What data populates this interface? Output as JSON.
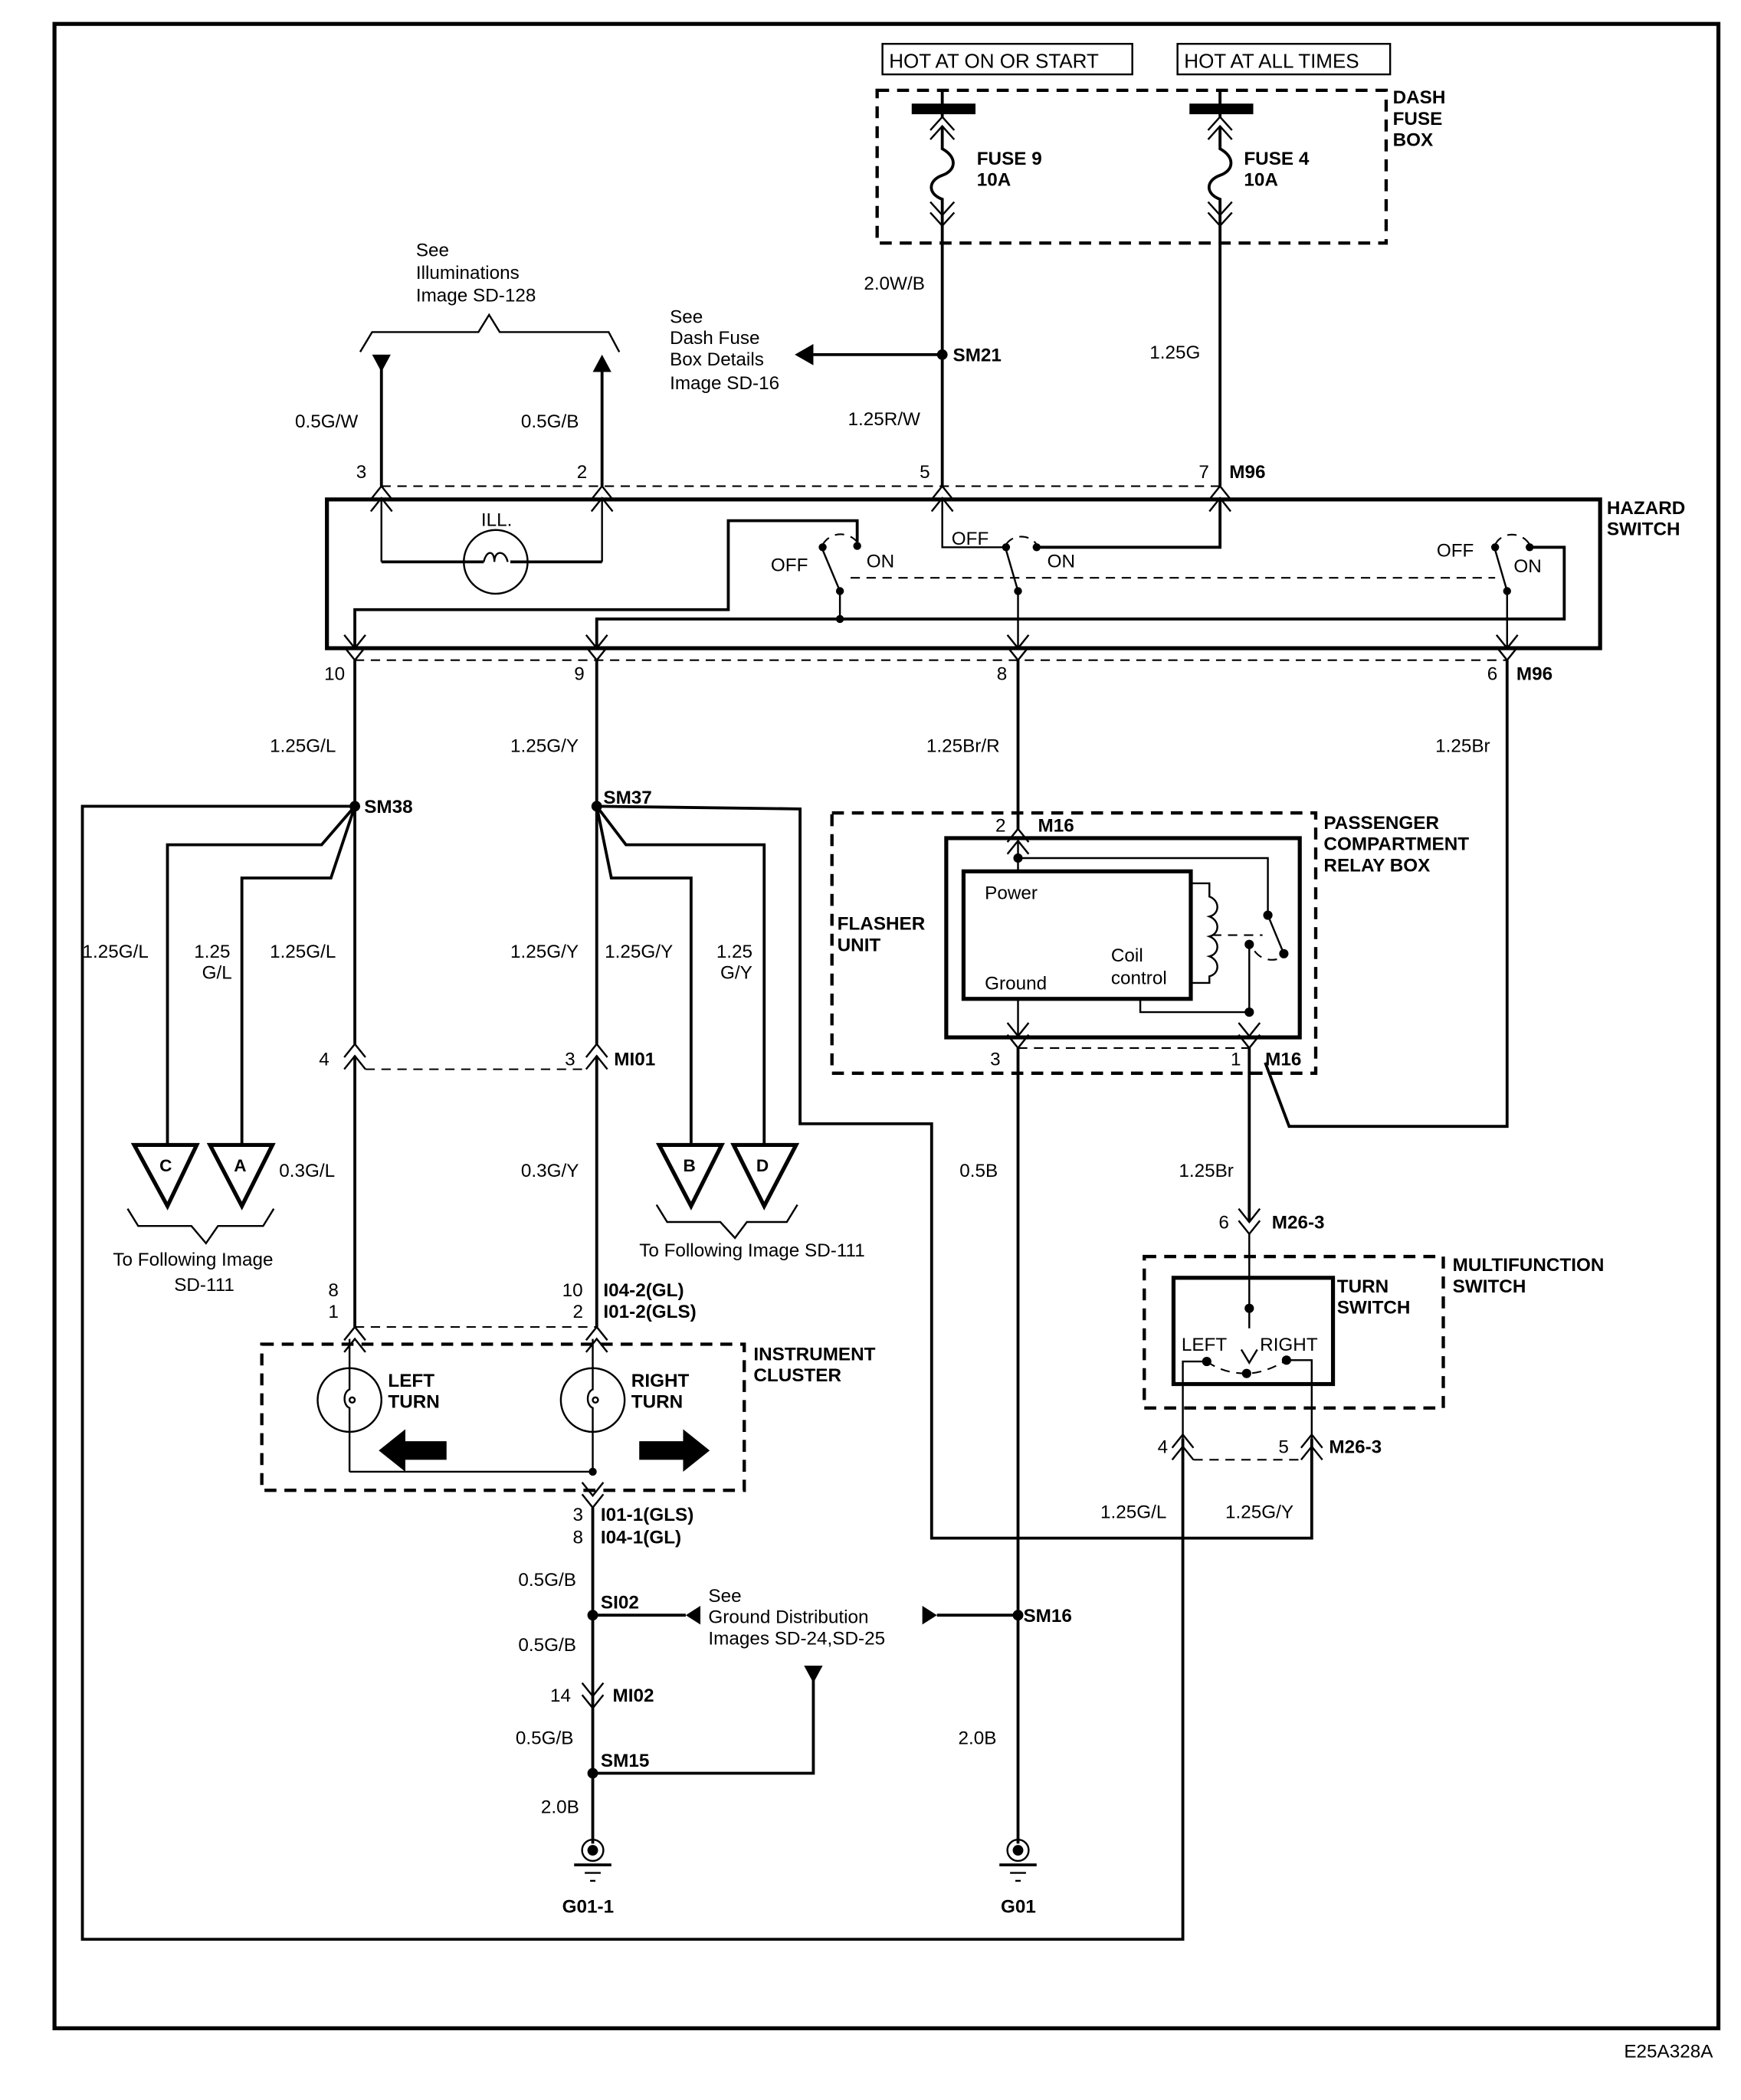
{
  "diagram": {
    "figure_id": "E25A328A",
    "power_labels": [
      "HOT AT ON OR START",
      "HOT AT ALL TIMES"
    ],
    "components": {
      "dash_fuse_box": [
        "DASH",
        "FUSE",
        "BOX"
      ],
      "fuse9": [
        "FUSE 9",
        "10A"
      ],
      "fuse4": [
        "FUSE 4",
        "10A"
      ],
      "hazard_switch": [
        "HAZARD",
        "SWITCH"
      ],
      "ill": "ILL.",
      "passenger_relay_box": [
        "PASSENGER",
        "COMPARTMENT",
        "RELAY BOX"
      ],
      "flasher_unit": [
        "FLASHER",
        "UNIT"
      ],
      "flasher_power": "Power",
      "flasher_ground": "Ground",
      "flasher_coil": [
        "Coil",
        "control"
      ],
      "instrument_cluster": [
        "INSTRUMENT",
        "CLUSTER"
      ],
      "left_turn": [
        "LEFT",
        "TURN"
      ],
      "right_turn": [
        "RIGHT",
        "TURN"
      ],
      "multifunction_switch": [
        "MULTIFUNCTION",
        "SWITCH"
      ],
      "turn_switch": [
        "TURN",
        "SWITCH"
      ],
      "turn_left": "LEFT",
      "turn_right": "RIGHT",
      "off": "OFF",
      "on": "ON"
    },
    "references": {
      "illuminations": [
        "See",
        "Illuminations",
        "Image  SD-128"
      ],
      "dash_fuse_details": [
        "See",
        "Dash Fuse",
        "Box Details",
        "Image  SD-16"
      ],
      "following_left": [
        "To Following Image",
        "SD-111"
      ],
      "following_right": "To Following Image SD-111",
      "ground_dist": [
        "See",
        "Ground Distribution",
        "Images SD-24,SD-25"
      ]
    },
    "connectors": {
      "C": "C",
      "A": "A",
      "B": "B",
      "D": "D"
    },
    "splices": {
      "SM21": "SM21",
      "SM38": "SM38",
      "SM37": "SM37",
      "SI02": "SI02",
      "SM16": "SM16",
      "SM15": "SM15"
    },
    "grounds": {
      "G01_1": "G01-1",
      "G01": "G01"
    },
    "connector_ids": {
      "M96": "M96",
      "M16": "M16",
      "MI01": "MI01",
      "M26_3": "M26-3",
      "I04_2": "I04-2(GL)",
      "I01_2": "I01-2(GLS)",
      "I01_1": "I01-1(GLS)",
      "I04_1": "I04-1(GL)",
      "MI02": "MI02"
    },
    "pins": {
      "p3": "3",
      "p2": "2",
      "p5": "5",
      "p7": "7",
      "p10": "10",
      "p9": "9",
      "p8": "8",
      "p6": "6",
      "m16_2": "2",
      "m16_3": "3",
      "m16_1": "1",
      "mi01_4": "4",
      "mi01_3": "3",
      "ic_8": "8",
      "ic_1": "1",
      "ic_10": "10",
      "ic_2": "2",
      "ic_3": "3",
      "ic_8b": "8",
      "mi02_14": "14",
      "m26_6": "6",
      "m26_4": "4",
      "m26_5": "5"
    },
    "wires": {
      "w_20WB": "2.0W/B",
      "w_125RW": "1.25R/W",
      "w_125G": "1.25G",
      "w_05GW": "0.5G/W",
      "w_05GB": "0.5G/B",
      "w_125GL": "1.25G/L",
      "w_125GY": "1.25G/Y",
      "w_125BrR": "1.25Br/R",
      "w_125Br": "1.25Br",
      "w_c": "1.25G/L",
      "w_a": [
        "1.25",
        "G/L"
      ],
      "w_gl2": "1.25G/L",
      "w_gy1": "1.25G/Y",
      "w_gy2": "1.25G/Y",
      "w_d": [
        "1.25",
        "G/Y"
      ],
      "w_03GL": "0.3G/L",
      "w_03GY": "0.3G/Y",
      "w_05B": "0.5B",
      "w_125Br2": "1.25Br",
      "w_gb1": "0.5G/B",
      "w_gb2": "0.5G/B",
      "w_gb3": "0.5G/B",
      "w_20B_a": "2.0B",
      "w_20B_b": "2.0B",
      "w_ts_gl": "1.25G/L",
      "w_ts_gy": "1.25G/Y"
    }
  }
}
